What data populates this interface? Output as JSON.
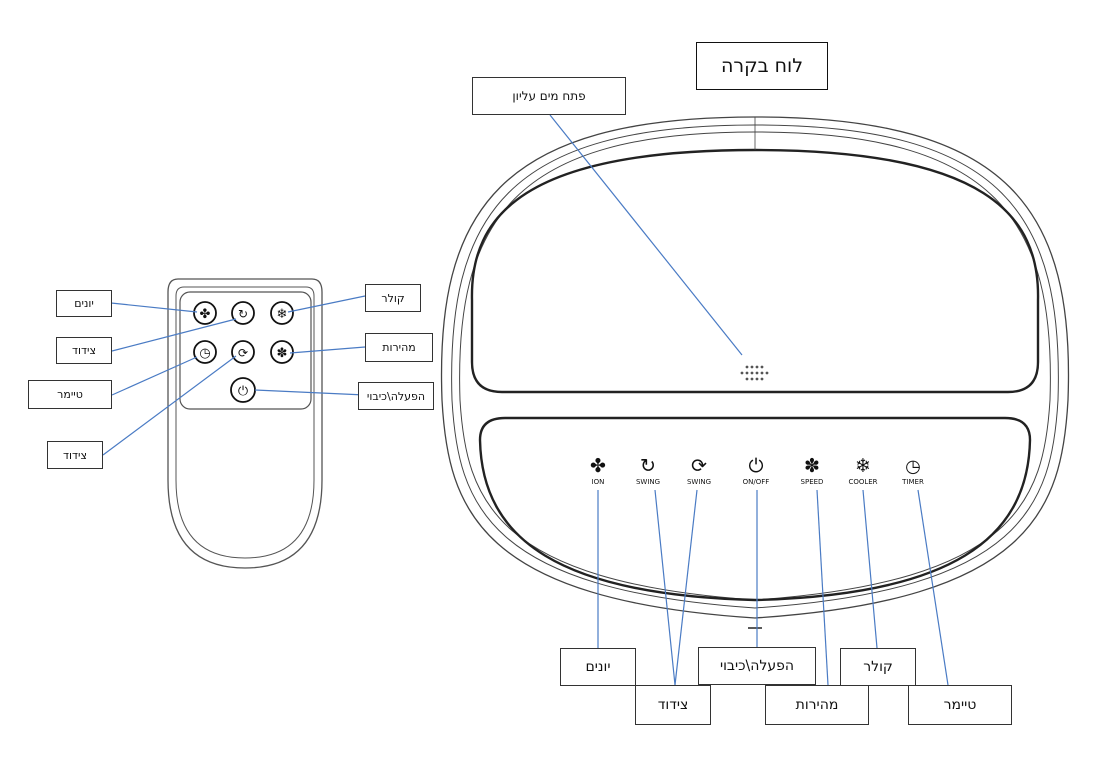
{
  "panel_title": "לוח בקרה",
  "top_water_opening": "פתח מים עליון",
  "remote_labels": {
    "ions": "יונים",
    "swing_1": "צידוד",
    "timer": "טיימר",
    "swing_2": "צידוד",
    "cooler": "קולר",
    "speed": "מהירות",
    "on_off": "הפעלה\\כיבוי"
  },
  "panel_buttons": [
    "ION",
    "SWING",
    "SWING",
    "ON/OFF",
    "SPEED",
    "COOLER",
    "TIMER"
  ],
  "panel_labels": {
    "ions": "יונים",
    "swing": "צידוד",
    "on_off": "הפעלה\\כיבוי",
    "speed": "מהירות",
    "cooler": "קולר",
    "timer": "טיימר"
  }
}
